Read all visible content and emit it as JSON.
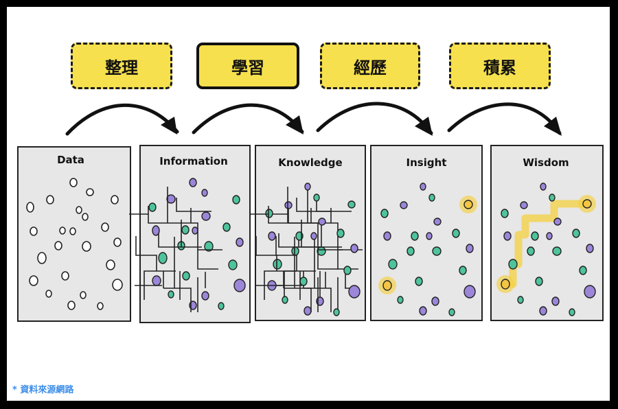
{
  "steps": [
    "整理",
    "學習",
    "經歷",
    "積累"
  ],
  "active_step": "學習",
  "panels": [
    "Data",
    "Information",
    "Knowledge",
    "Insight",
    "Wisdom"
  ],
  "source_note": "* 資料來源網路",
  "colors": {
    "tag_fill": "#f6e04d",
    "panel_fill": "#e7e7e7",
    "node_green": "#4fc39a",
    "node_purple": "#9b86d9",
    "highlight": "#f4d03f",
    "note_blue": "#3d8ee8"
  }
}
